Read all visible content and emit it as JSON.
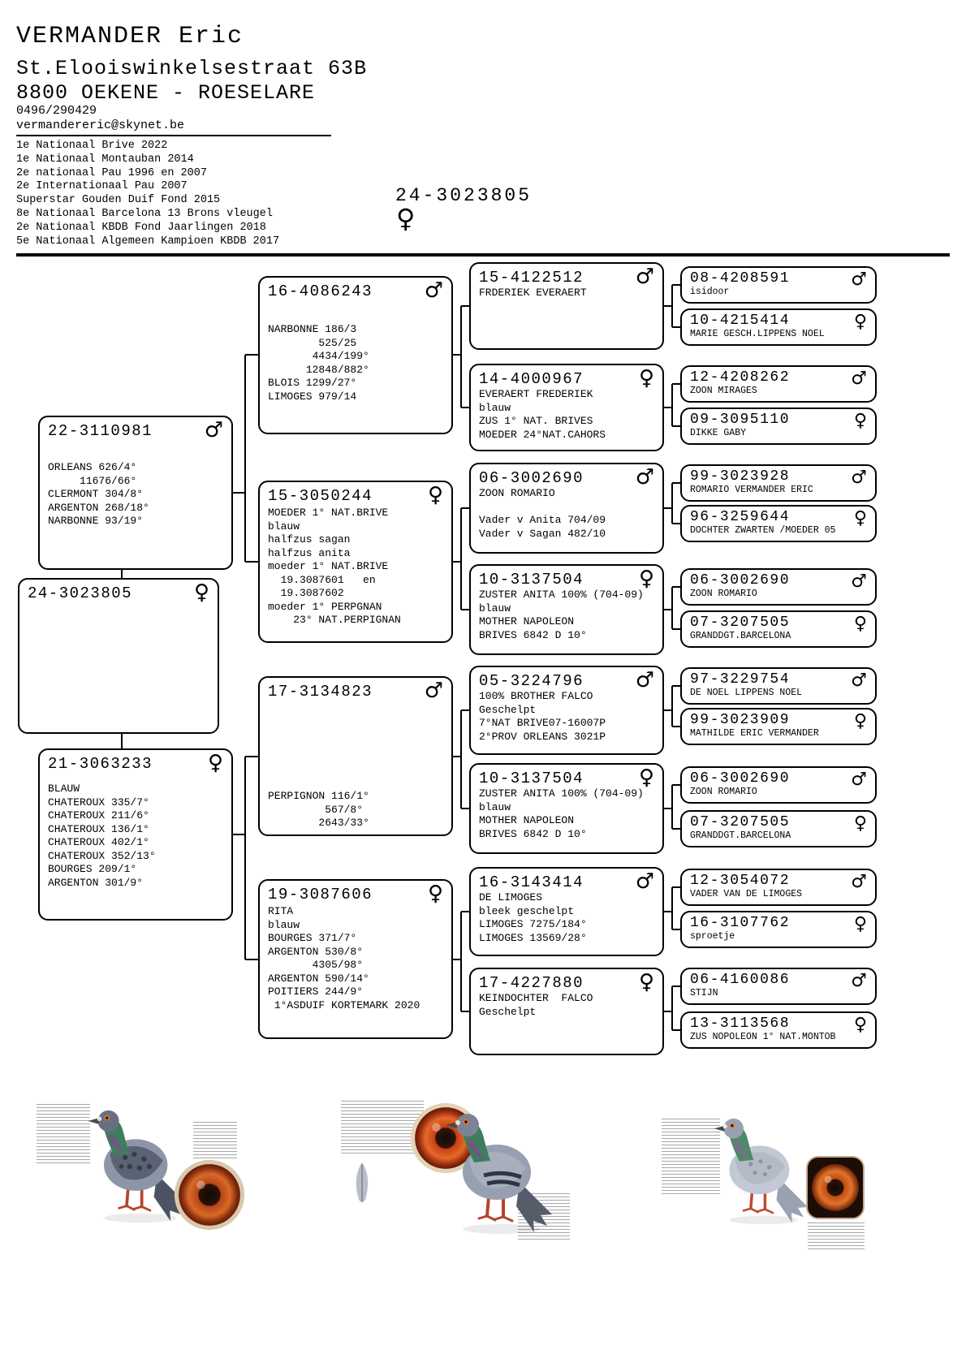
{
  "header": {
    "name": "VERMANDER Eric",
    "address_line1": "St.Elooiswinkelsestraat 63B",
    "address_line2": "8800 OEKENE - ROESELARE",
    "phone": "0496/290429",
    "email": "vermandereric@skynet.be",
    "achievements": [
      "1e Nationaal Brive 2022",
      "1e Nationaal Montauban 2014",
      "2e nationaal Pau 1996 en 2007",
      "2e Internationaal Pau 2007",
      "Superstar Gouden Duif Fond 2015",
      "8e Nationaal Barcelona 13 Brons vleugel",
      "2e Nationaal KBDB Fond Jaarlingen 2018",
      "5e Nationaal Algemeen Kampioen KBDB 2017"
    ]
  },
  "subject": {
    "ring": "24-3023805",
    "sex": "♀"
  },
  "pedigree": {
    "gen1": {
      "father": {
        "ring": "22-3110981",
        "sex": "♂",
        "lines": [
          "ORLEANS 626/4°",
          "     11676/66°",
          "CLERMONT 304/8°",
          "ARGENTON 268/18°",
          "NARBONNE 93/19°"
        ]
      },
      "mother": {
        "ring": "21-3063233",
        "sex": "♀",
        "lines": [
          "BLAUW",
          "CHATEROUX 335/7°",
          "CHATEROUX 211/6°",
          "CHATEROUX 136/1°",
          "CHATEROUX 402/1°",
          "CHATEROUX 352/13°",
          "BOURGES 209/1°",
          "ARGENTON 301/9°"
        ]
      }
    },
    "gen2": [
      {
        "ring": "16-4086243",
        "sex": "♂",
        "lines": [
          "NARBONNE 186/3",
          "        525/25",
          "       4434/199°",
          "      12848/882°",
          "BLOIS 1299/27°",
          "LIMOGES 979/14"
        ]
      },
      {
        "ring": "15-3050244",
        "sex": "♀",
        "lines": [
          "MOEDER 1° NAT.BRIVE",
          "blauw",
          "halfzus sagan",
          "halfzus anita",
          "moeder 1° NAT.BRIVE",
          "  19.3087601   en",
          "  19.3087602",
          "moeder 1° PERPGNAN",
          "    23° NAT.PERPIGNAN"
        ]
      },
      {
        "ring": "17-3134823",
        "sex": "♂",
        "lines": [
          "PERPIGNON 116/1°",
          "         567/8°",
          "        2643/33°"
        ]
      },
      {
        "ring": "19-3087606",
        "sex": "♀",
        "lines": [
          "RITA",
          "blauw",
          "BOURGES 371/7°",
          "ARGENTON 530/8°",
          "       4305/98°",
          "ARGENTON 590/14°",
          "POITIERS 244/9°",
          " 1°ASDUIF KORTEMARK 2020"
        ]
      }
    ],
    "gen3": [
      {
        "ring": "15-4122512",
        "sex": "♂",
        "lines": [
          "FRDERIEK EVERAERT"
        ]
      },
      {
        "ring": "14-4000967",
        "sex": "♀",
        "lines": [
          "EVERAERT FREDERIEK",
          "blauw",
          "ZUS 1° NAT. BRIVES",
          "MOEDER 24°NAT.CAHORS"
        ]
      },
      {
        "ring": "06-3002690",
        "sex": "♂",
        "lines": [
          "ZOON ROMARIO",
          "",
          "Vader v Anita 704/09",
          "Vader v Sagan 482/10"
        ]
      },
      {
        "ring": "10-3137504",
        "sex": "♀",
        "lines": [
          "ZUSTER ANITA 100% (704-09)",
          "blauw",
          "MOTHER NAPOLEON",
          "BRIVES 6842 D 10°"
        ]
      },
      {
        "ring": "05-3224796",
        "sex": "♂",
        "lines": [
          "100% BROTHER FALCO",
          "Geschelpt",
          "7°NAT BRIVE07-16007P",
          "2°PROV ORLEANS 3021P"
        ]
      },
      {
        "ring": "10-3137504",
        "sex": "♀",
        "lines": [
          "ZUSTER ANITA 100% (704-09)",
          "blauw",
          "MOTHER NAPOLEON",
          "BRIVES 6842 D 10°"
        ]
      },
      {
        "ring": "16-3143414",
        "sex": "♂",
        "lines": [
          "DE LIMOGES",
          "bleek geschelpt",
          "LIMOGES 7275/184°",
          "LIMOGES 13569/28°"
        ]
      },
      {
        "ring": "17-4227880",
        "sex": "♀",
        "lines": [
          "KEINDOCHTER  FALCO",
          "Geschelpt"
        ]
      }
    ],
    "gen4": [
      {
        "ring": "08-4208591",
        "sex": "♂",
        "name": "isidoor"
      },
      {
        "ring": "10-4215414",
        "sex": "♀",
        "name": "MARIE GESCH.LIPPENS NOEL"
      },
      {
        "ring": "12-4208262",
        "sex": "♂",
        "name": "ZOON MIRAGES"
      },
      {
        "ring": "09-3095110",
        "sex": "♀",
        "name": "DIKKE GABY"
      },
      {
        "ring": "99-3023928",
        "sex": "♂",
        "name": "ROMARIO VERMANDER ERIC"
      },
      {
        "ring": "96-3259644",
        "sex": "♀",
        "name": "DOCHTER ZWARTEN /MOEDER 05"
      },
      {
        "ring": "06-3002690",
        "sex": "♂",
        "name": "ZOON ROMARIO"
      },
      {
        "ring": "07-3207505",
        "sex": "♀",
        "name": "GRANDDGT.BARCELONA"
      },
      {
        "ring": "97-3229754",
        "sex": "♂",
        "name": "DE NOEL LIPPENS NOEL"
      },
      {
        "ring": "99-3023909",
        "sex": "♀",
        "name": "MATHILDE ERIC VERMANDER"
      },
      {
        "ring": "06-3002690",
        "sex": "♂",
        "name": "ZOON ROMARIO"
      },
      {
        "ring": "07-3207505",
        "sex": "♀",
        "name": "GRANDDGT.BARCELONA"
      },
      {
        "ring": "12-3054072",
        "sex": "♂",
        "name": "VADER VAN DE LIMOGES"
      },
      {
        "ring": "16-3107762",
        "sex": "♀",
        "name": "sproetje"
      },
      {
        "ring": "06-4160086",
        "sex": "♂",
        "name": "STIJN"
      },
      {
        "ring": "13-3113568",
        "sex": "♀",
        "name": "ZUS NOPOLEON 1° NAT.MONTOB"
      }
    ]
  },
  "colors": {
    "line": "#000000",
    "eye_iris": "#c4571e",
    "pigeon_body": "#8d96a6"
  }
}
